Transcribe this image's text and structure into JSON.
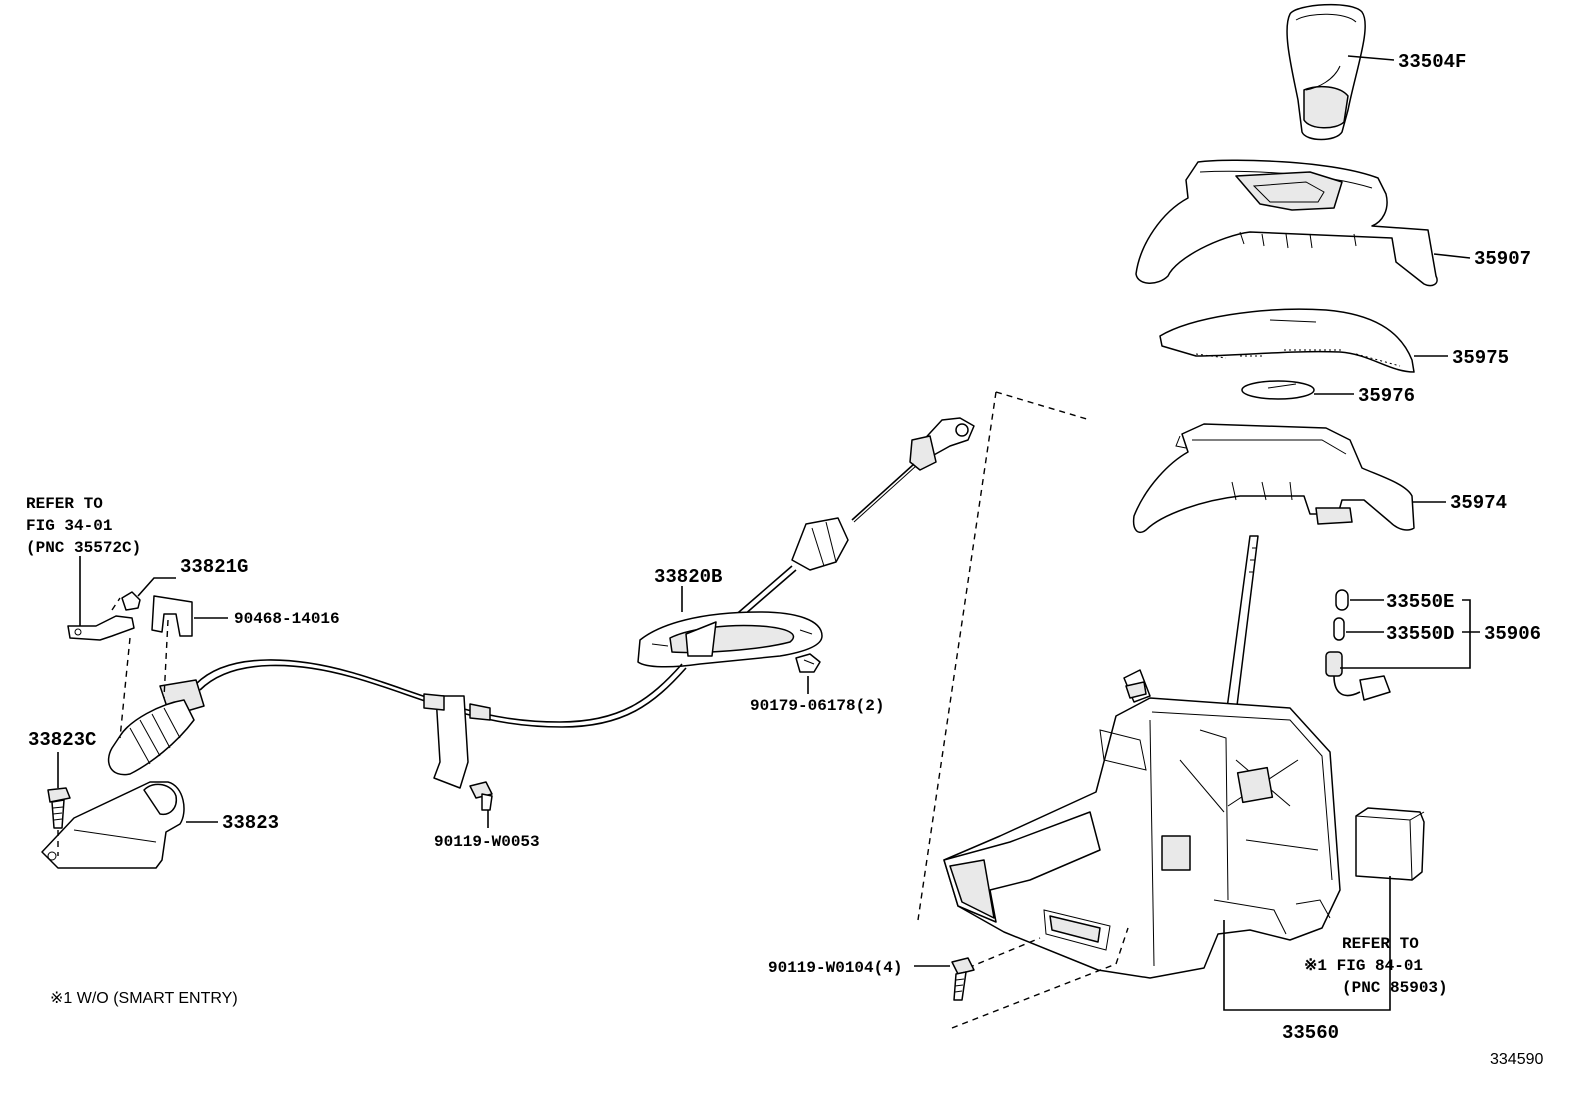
{
  "labels": {
    "p33504F": "33504F",
    "p35907": "35907",
    "p35975": "35975",
    "p35976": "35976",
    "p35974": "35974",
    "p33550E": "33550E",
    "p33550D": "33550D",
    "p35906": "35906",
    "p33820B": "33820B",
    "p90179": "90179-06178(2)",
    "p33821G": "33821G",
    "p90468": "90468-14016",
    "p33823C": "33823C",
    "p33823": "33823",
    "p90119_53": "90119-W0053",
    "p90119_104": "90119-W0104(4)",
    "p33560": "33560",
    "refer_left_1": "REFER TO",
    "refer_left_2": "FIG 34-01",
    "refer_left_3": "(PNC 35572C)",
    "refer_right_1": "REFER TO",
    "refer_right_2": "※1 FIG 84-01",
    "refer_right_3": "(PNC 85903)",
    "footnote": "※1  W/O (SMART ENTRY)",
    "figure_number": "334590"
  }
}
